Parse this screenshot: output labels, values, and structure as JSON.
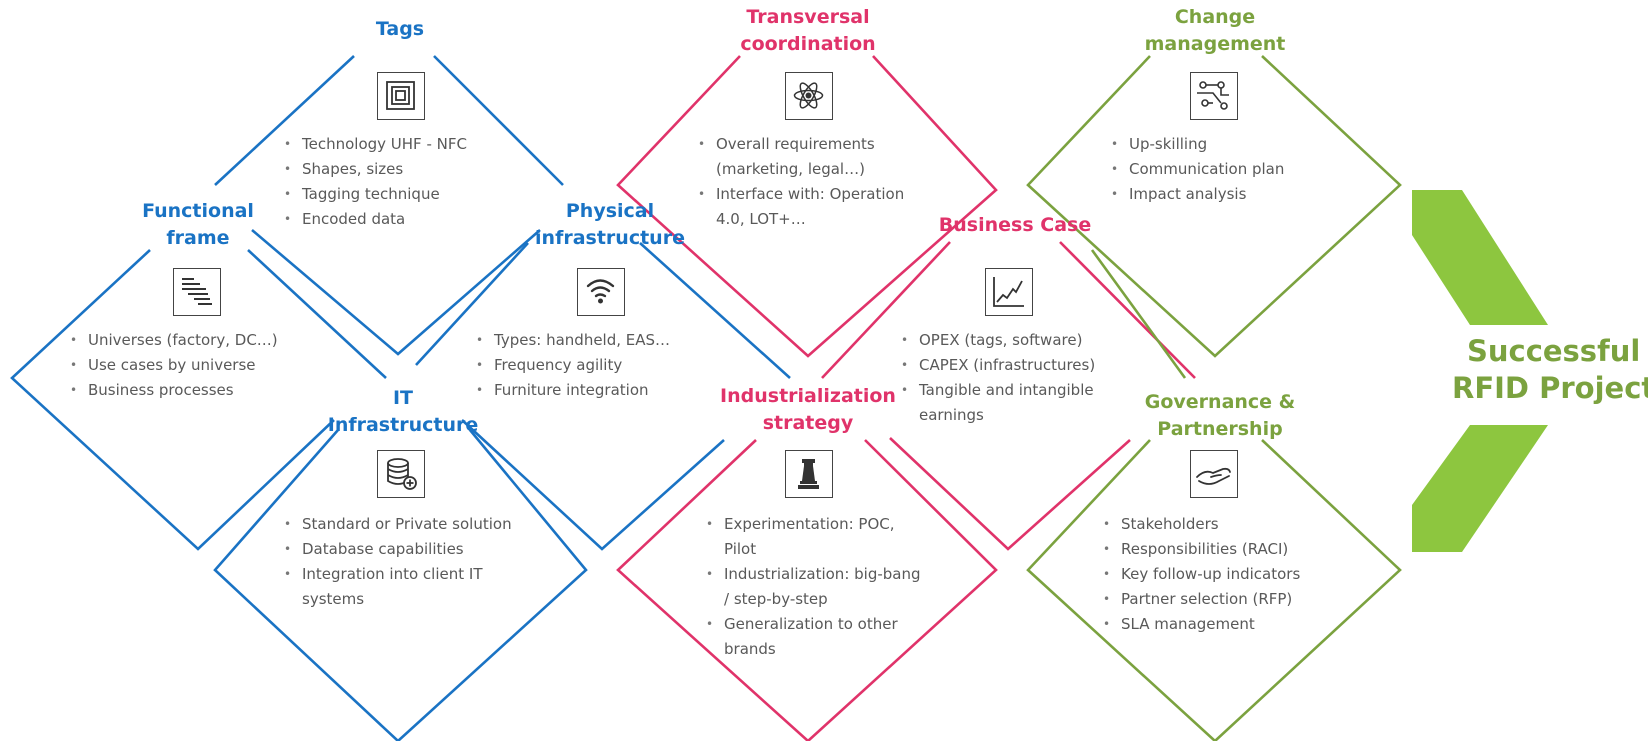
{
  "colors": {
    "blue": "#1a73c4",
    "pink": "#e0336a",
    "green": "#7ba23f",
    "arrow": "#8dc63f",
    "text": "#595959"
  },
  "boxes": {
    "tags": {
      "title": [
        "Tags"
      ],
      "icon": "rfid-tag-icon",
      "items": [
        "Technology UHF - NFC",
        "Shapes, sizes",
        "Tagging technique",
        "Encoded data"
      ]
    },
    "functional": {
      "title": [
        "Functional",
        "frame"
      ],
      "icon": "document-list-icon",
      "items": [
        "Universes (factory, DC…)",
        "Use cases by universe",
        "Business processes"
      ]
    },
    "physical": {
      "title": [
        "Physical",
        "infrastructure"
      ],
      "icon": "wifi-signal-icon",
      "items": [
        "Types: handheld, EAS…",
        "Frequency agility",
        "Furniture integration"
      ]
    },
    "it": {
      "title": [
        "IT",
        "Infrastructure"
      ],
      "icon": "database-icon",
      "items": [
        "Standard or Private solution",
        "Database capabilities",
        "Integration into client IT",
        "systems"
      ]
    },
    "transversal": {
      "title": [
        "Transversal",
        "coordination"
      ],
      "icon": "atom-icon",
      "items": [
        "Overall requirements",
        "(marketing, legal…)",
        "Interface with: Operation",
        "4.0, LOT+…"
      ]
    },
    "business": {
      "title": [
        "Business Case"
      ],
      "icon": "line-chart-icon",
      "items": [
        "OPEX (tags, software)",
        "CAPEX (infrastructures)",
        "Tangible and intangible",
        "earnings"
      ]
    },
    "industrialization": {
      "title": [
        "Industrialization",
        "strategy"
      ],
      "icon": "chess-piece-icon",
      "items": [
        "Experimentation: POC,",
        "Pilot",
        "Industrialization: big-bang",
        "/ step-by-step",
        "Generalization to other",
        "brands"
      ]
    },
    "change": {
      "title": [
        "Change",
        "management"
      ],
      "icon": "network-icon",
      "items": [
        "Up-skilling",
        "Communication plan",
        "Impact analysis"
      ]
    },
    "governance": {
      "title": [
        "Governance &",
        "Partnership"
      ],
      "icon": "handshake-icon",
      "items": [
        "Stakeholders",
        "Responsibilities (RACI)",
        "Key follow-up indicators",
        "Partner selection (RFP)",
        "SLA management"
      ]
    }
  },
  "result": {
    "lines": [
      "Successful",
      "RFID Project"
    ]
  }
}
